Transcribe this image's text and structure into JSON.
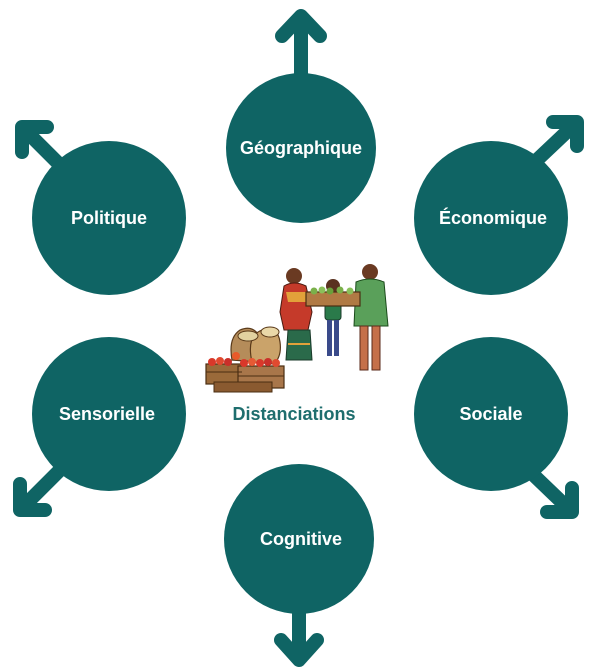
{
  "colors": {
    "node": "#0f6464",
    "center_text": "#1e6e6e",
    "label": "#ffffff"
  },
  "center": {
    "title": "Distanciations",
    "illustration": "market-vendors-with-produce-crates"
  },
  "nodes": {
    "geographique": "Géographique",
    "economique": "Économique",
    "sociale": "Sociale",
    "cognitive": "Cognitive",
    "sensorielle": "Sensorielle",
    "politique": "Politique"
  }
}
